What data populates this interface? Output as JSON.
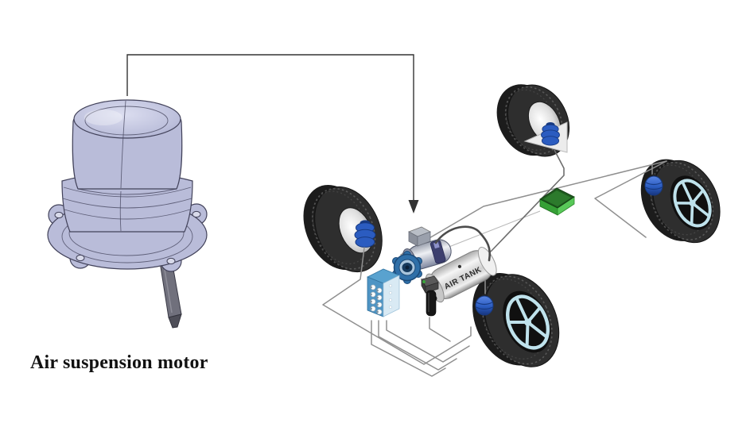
{
  "labels": {
    "motor_caption": "Air suspension motor",
    "air_tank_label": "AIR TANK"
  },
  "colors": {
    "page-bg": "#ffffff",
    "caption": "#111111",
    "arrow": "#333333",
    "tube": "#8f8f8f",
    "motor-body": "#b9bcd9",
    "motor-shade": "#9fa3c4",
    "motor-line": "#42425a",
    "tire": "#2e2e2e",
    "tire-dark": "#1c1c1c",
    "rim-blue": "#bfe2ec",
    "hub-silver": "#d9d9d9",
    "spring-blue": "#2b5cc0",
    "spring-dark": "#173a82",
    "ecu-top": "#1e5a1e",
    "ecu-front": "#36a036",
    "ecu-side": "#58c858",
    "valve-top": "#59a2cf",
    "valve-front": "#4d94c4",
    "valve-side": "#d9eaf4",
    "compressor-blue": "#2f6fa8",
    "tank-body": "#e6e6e6"
  },
  "diagram": {
    "parts": [
      "air-suspension-motor",
      "connector-arrow",
      "wheel-top",
      "wheel-left",
      "wheel-right",
      "wheel-bottom",
      "air-spring-top",
      "air-spring-left",
      "air-spring-right",
      "air-spring-bottom",
      "compressor",
      "air-tank",
      "valve-block",
      "air-dryer",
      "ecu-module",
      "air-lines",
      "hose"
    ]
  }
}
